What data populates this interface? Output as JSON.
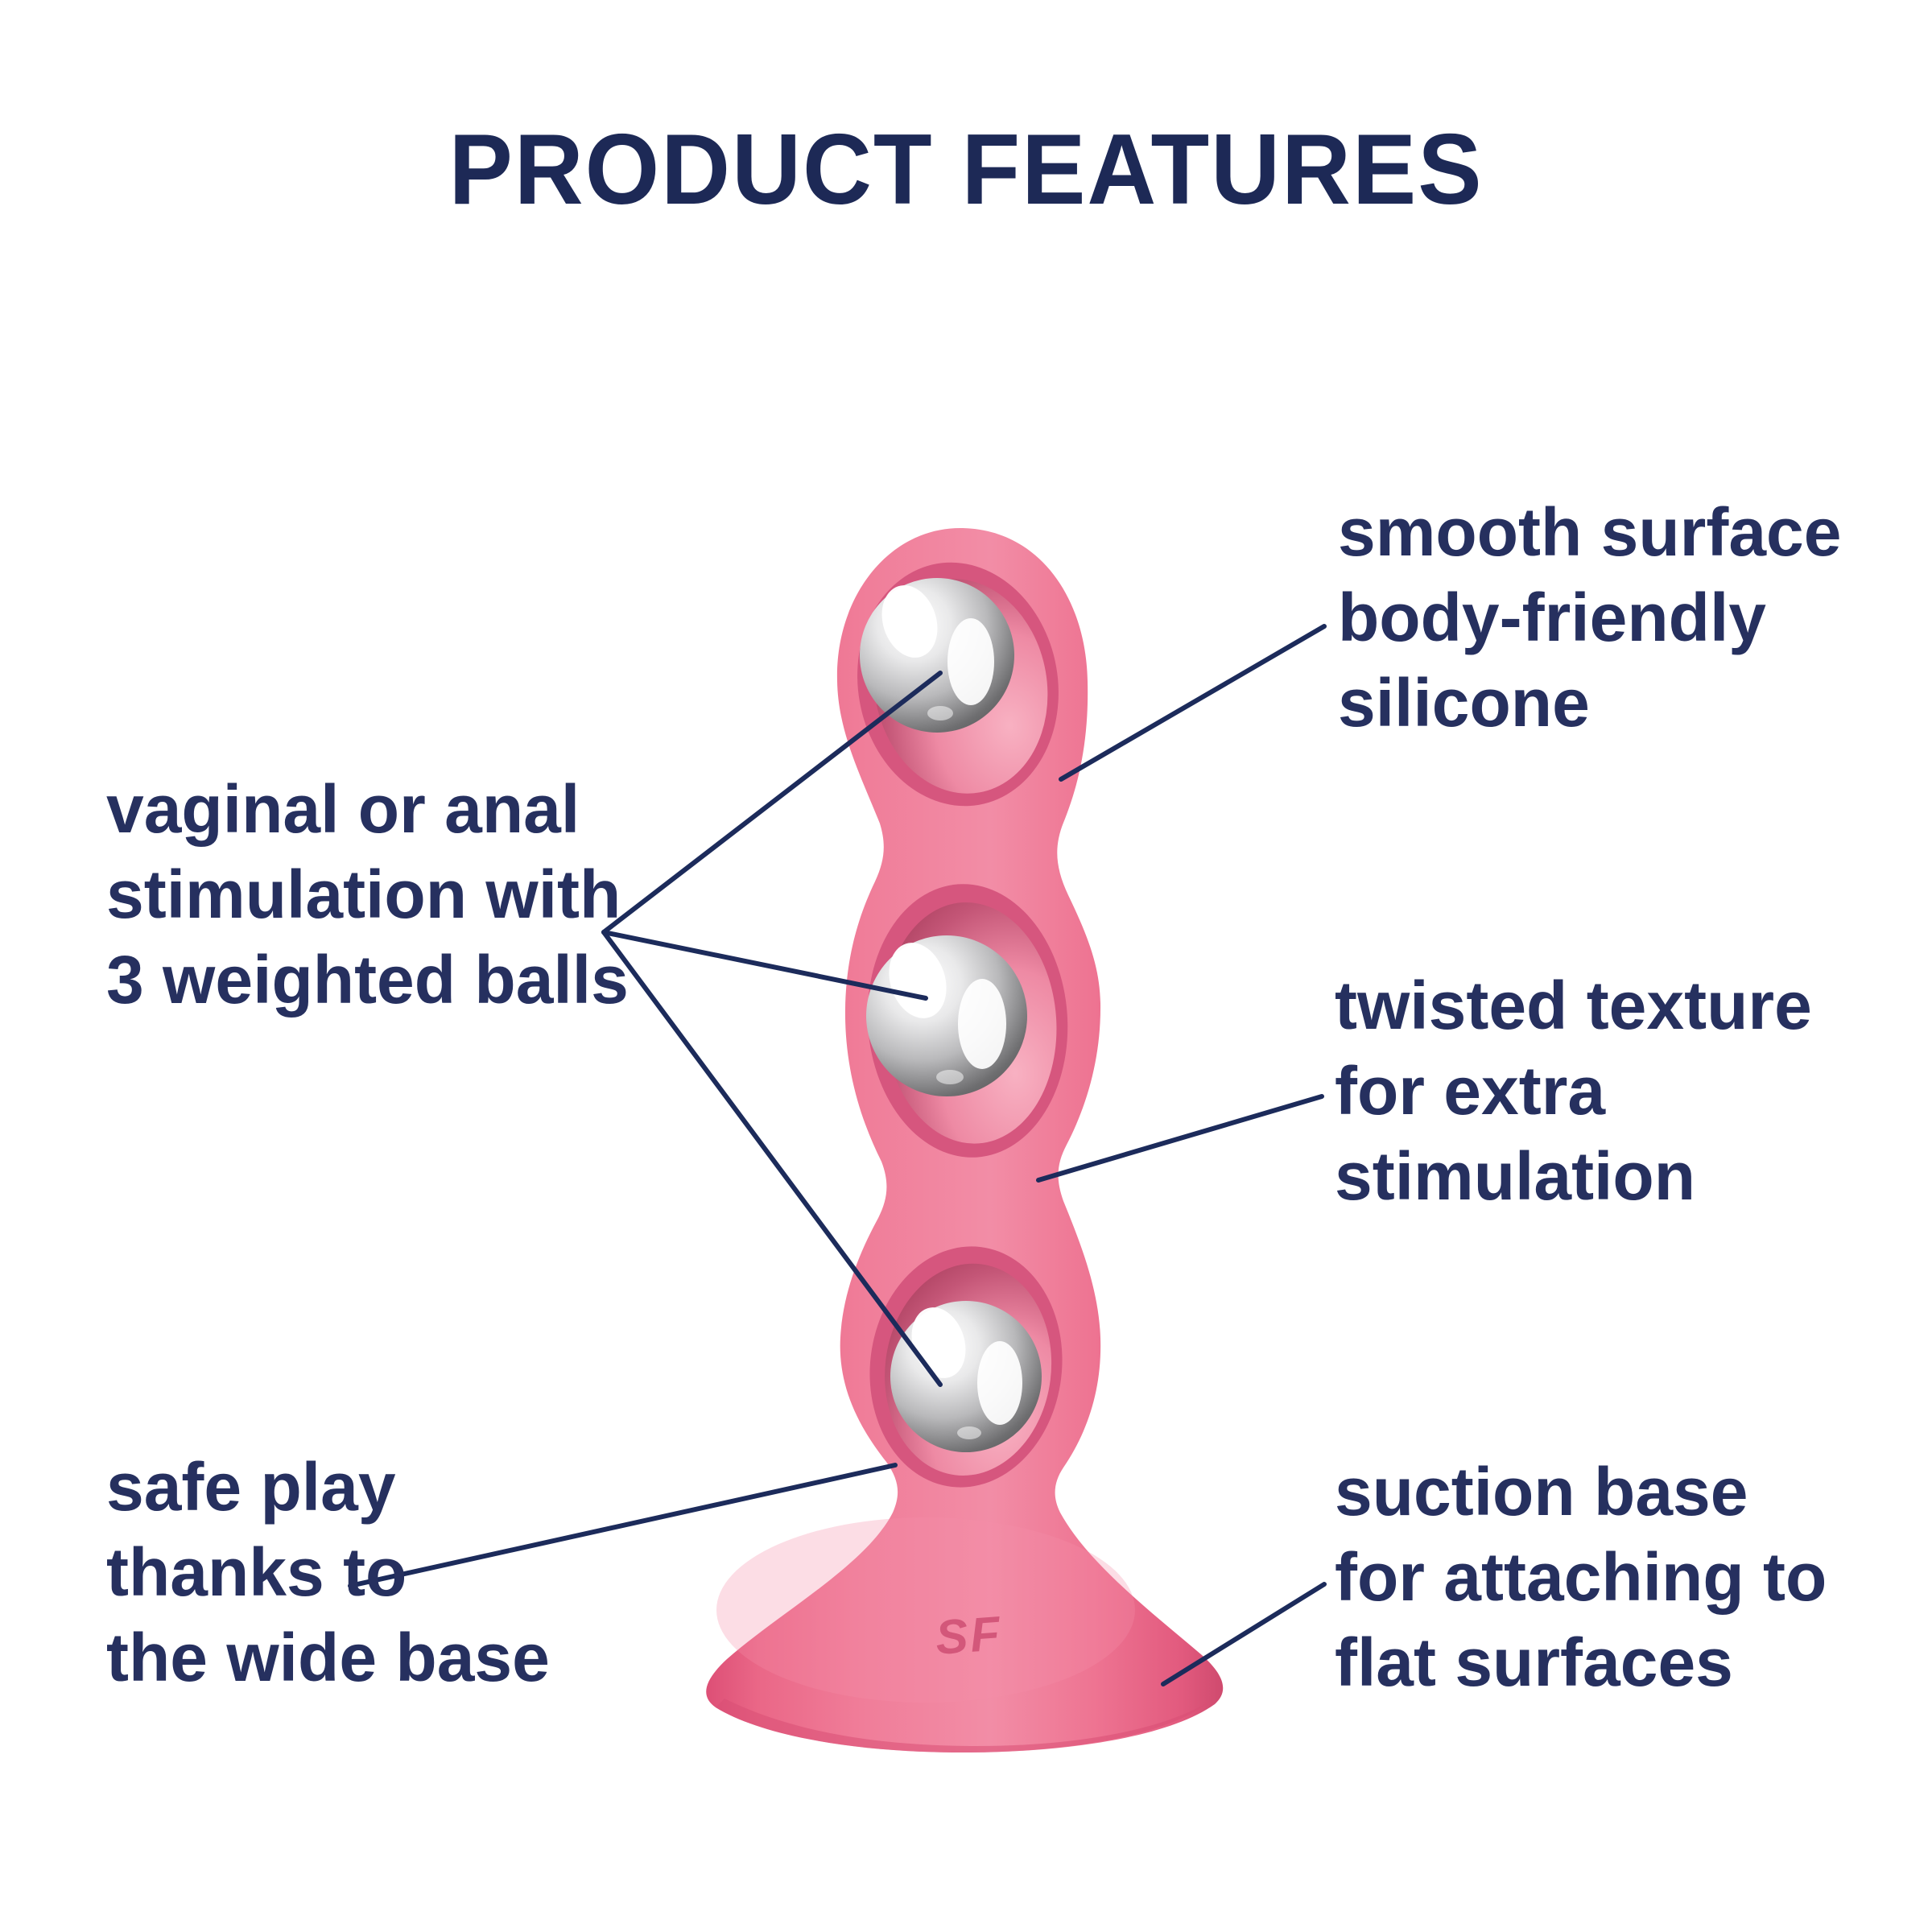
{
  "title": "PRODUCT FEATURES",
  "brand_logo": "SF",
  "colors": {
    "title_navy": "#1d2956",
    "text_navy": "#26305f",
    "leader_line_navy": "#1c2b5b",
    "product_pink": "#ef6d8e",
    "product_pink_dark_rim": "#d6567e",
    "product_pink_deep_shadow": "#a53a59",
    "product_pink_highlight": "#f6a5ba",
    "ball_chrome_light": "#f7f7f7",
    "ball_chrome_dark": "#474748",
    "background": "#ffffff"
  },
  "product": {
    "ball_count": 3
  },
  "annotations": [
    {
      "id": "weighted-balls",
      "position": "middle-left",
      "lines": [
        "vaginal or anal",
        "stimulation with",
        "3 weighted balls"
      ]
    },
    {
      "id": "smooth-surface",
      "position": "top-right",
      "lines": [
        "smooth surface",
        "body-friendly",
        "silicone"
      ]
    },
    {
      "id": "twisted-texture",
      "position": "middle-right",
      "lines": [
        "twisted texture",
        "for extra",
        "stimulation"
      ]
    },
    {
      "id": "safe-play",
      "position": "bottom-left",
      "lines": [
        "safe play",
        "thanks to",
        "the wide base"
      ]
    },
    {
      "id": "suction-base",
      "position": "bottom-right",
      "lines": [
        "suction base",
        "for attaching to",
        "flat surfaces"
      ]
    }
  ]
}
